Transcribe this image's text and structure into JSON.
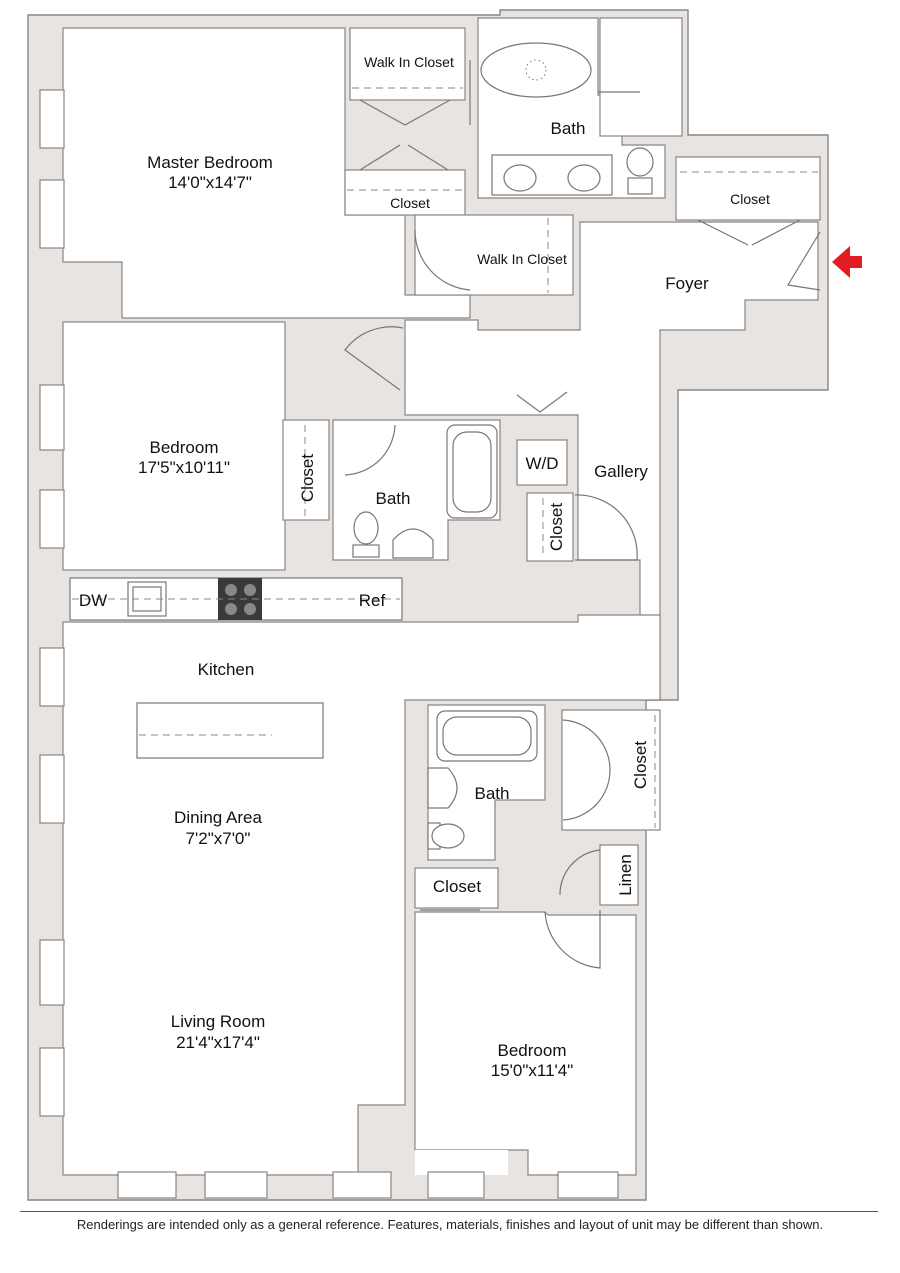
{
  "rooms": {
    "master_bedroom": {
      "name": "Master Bedroom",
      "dims": "14'0\"x14'7\""
    },
    "walk_in_closet_1": {
      "name": "Walk In Closet"
    },
    "walk_in_closet_2": {
      "name": "Walk In Closet"
    },
    "master_closet": {
      "name": "Closet"
    },
    "master_bath": {
      "name": "Bath"
    },
    "foyer_closet": {
      "name": "Closet"
    },
    "foyer": {
      "name": "Foyer"
    },
    "bedroom_2": {
      "name": "Bedroom",
      "dims": "17'5\"x10'11\""
    },
    "bedroom_2_closet": {
      "name": "Closet"
    },
    "bath_2": {
      "name": "Bath"
    },
    "wd": {
      "name": "W/D"
    },
    "gallery": {
      "name": "Gallery"
    },
    "gallery_closet": {
      "name": "Closet"
    },
    "kitchen": {
      "name": "Kitchen",
      "dw": "DW",
      "ref": "Ref"
    },
    "dining": {
      "name": "Dining Area",
      "dims": "7'2\"x7'0\""
    },
    "living": {
      "name": "Living Room",
      "dims": "21'4\"x17'4\""
    },
    "bath_3": {
      "name": "Bath"
    },
    "hall_closet": {
      "name": "Closet"
    },
    "linen": {
      "name": "Linen"
    },
    "bedroom_3_closet": {
      "name": "Closet"
    },
    "bedroom_3": {
      "name": "Bedroom",
      "dims": "15'0\"x11'4\""
    }
  },
  "colors": {
    "wall": "#e8e4e1",
    "entry_arrow": "#e31b23",
    "cooktop": "#3a3a3a"
  },
  "icons": {
    "entry": "entry-arrow-icon"
  },
  "disclaimer": "Renderings are intended only as a general reference. Features, materials, finishes and layout of unit may be different than shown."
}
